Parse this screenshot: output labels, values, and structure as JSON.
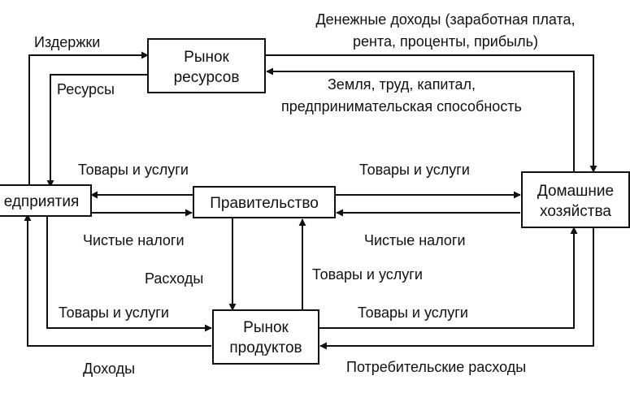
{
  "nodes": {
    "resource_market": [
      "Рынок",
      "ресурсов"
    ],
    "firms": "едприятия",
    "government": "Правительство",
    "households": [
      "Домашние",
      "хозяйства"
    ],
    "product_market": [
      "Рынок",
      "продуктов"
    ]
  },
  "labels": {
    "costs": "Издержки",
    "resources": "Ресурсы",
    "money_income": [
      "Денежные доходы (заработная плата,",
      "рента, проценты, прибыль)"
    ],
    "factors": [
      "Земля, труд, капитал,",
      "предпринимательская способность"
    ],
    "goods_services_firms_gov": "Товары и услуги",
    "net_taxes_firms": "Чистые налоги",
    "goods_services_gov_households": "Товары и услуги",
    "net_taxes_households": "Чистые налоги",
    "expenditures": "Расходы",
    "goods_services_to_gov": "Товары и услуги",
    "goods_services_firms_market": "Товары и услуги",
    "goods_services_market_households": "Товары и услуги",
    "revenue": "Доходы",
    "consumer_spending": "Потребительские расходы"
  },
  "colors": {
    "ink": "#111111",
    "background": "#ffffff"
  }
}
